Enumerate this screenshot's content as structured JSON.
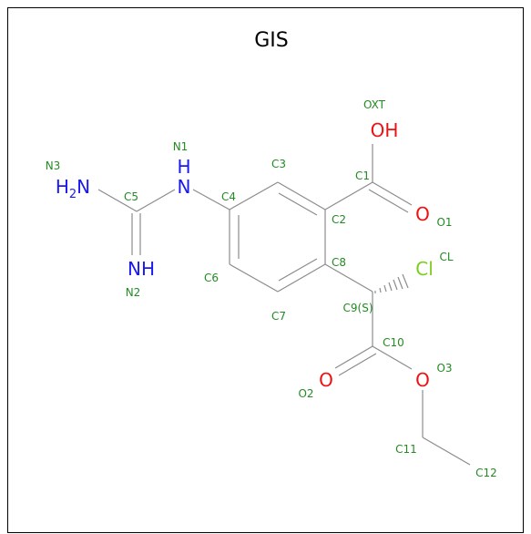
{
  "title": "GIS",
  "colors": {
    "nitrogen": "#1a1aee",
    "oxygen": "#ee1111",
    "chlorine": "#7ccd1f",
    "atom_name": "#228b22",
    "bond": "#8c8c8c"
  },
  "atoms": {
    "N1": {
      "symbol": "H",
      "label": "N",
      "name": "N1"
    },
    "N2": {
      "label": "NH",
      "name": "N2"
    },
    "N3": {
      "label_main": "H",
      "label_sub": "2",
      "label_tail": "N",
      "name": "N3"
    },
    "O1": {
      "label": "O",
      "name": "O1"
    },
    "OXT": {
      "label": "OH",
      "name": "OXT"
    },
    "O2": {
      "label": "O",
      "name": "O2"
    },
    "O3": {
      "label": "O",
      "name": "O3"
    },
    "CL": {
      "label": "Cl",
      "name": "CL"
    },
    "C1": {
      "name": "C1"
    },
    "C2": {
      "name": "C2"
    },
    "C3": {
      "name": "C3"
    },
    "C4": {
      "name": "C4"
    },
    "C5": {
      "name": "C5"
    },
    "C6": {
      "name": "C6"
    },
    "C7": {
      "name": "C7"
    },
    "C8": {
      "name": "C8"
    },
    "C9": {
      "name": "C9(S)"
    },
    "C10": {
      "name": "C10"
    },
    "C11": {
      "name": "C11"
    },
    "C12": {
      "name": "C12"
    }
  }
}
